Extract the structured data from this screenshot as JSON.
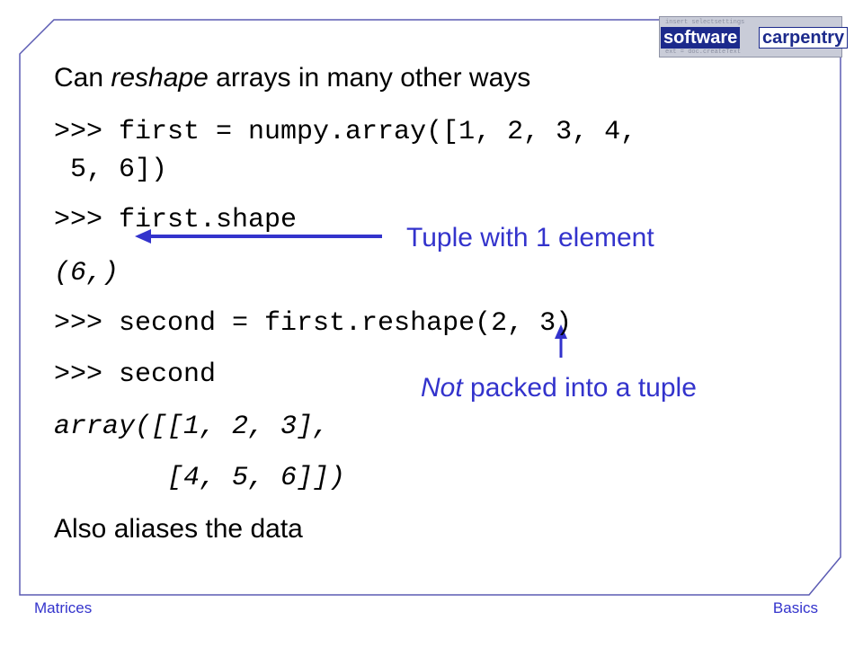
{
  "slide": {
    "heading_before": "Can ",
    "heading_emphasis": "reshape",
    "heading_after": " arrays in many other ways",
    "code_line_1a": ">>> first = numpy.array([1, 2, 3, 4,",
    "code_line_1b": " 5, 6])",
    "code_line_2": ">>> first.shape",
    "output_line_1": "(6,)",
    "code_line_3": ">>> second = first.reshape(2, 3)",
    "code_line_4": ">>> second",
    "output_line_2": "array([[1, 2, 3],",
    "output_line_3": "       [4, 5, 6]])",
    "closing_text": "Also aliases the data"
  },
  "annotations": {
    "tuple_note": "Tuple with 1 element",
    "not_packed_emphasis": "Not",
    "not_packed_rest": " packed into a tuple"
  },
  "logo": {
    "word_1": "software",
    "word_2": "carpentry",
    "faint_top": "insert selectsettings",
    "faint_bottom": "ext = doc.createText"
  },
  "footer": {
    "left": "Matrices",
    "right": "Basics"
  },
  "colors": {
    "accent": "#3333cc",
    "frame": "#5b5bb3",
    "logo_blue": "#1c2a8c"
  }
}
